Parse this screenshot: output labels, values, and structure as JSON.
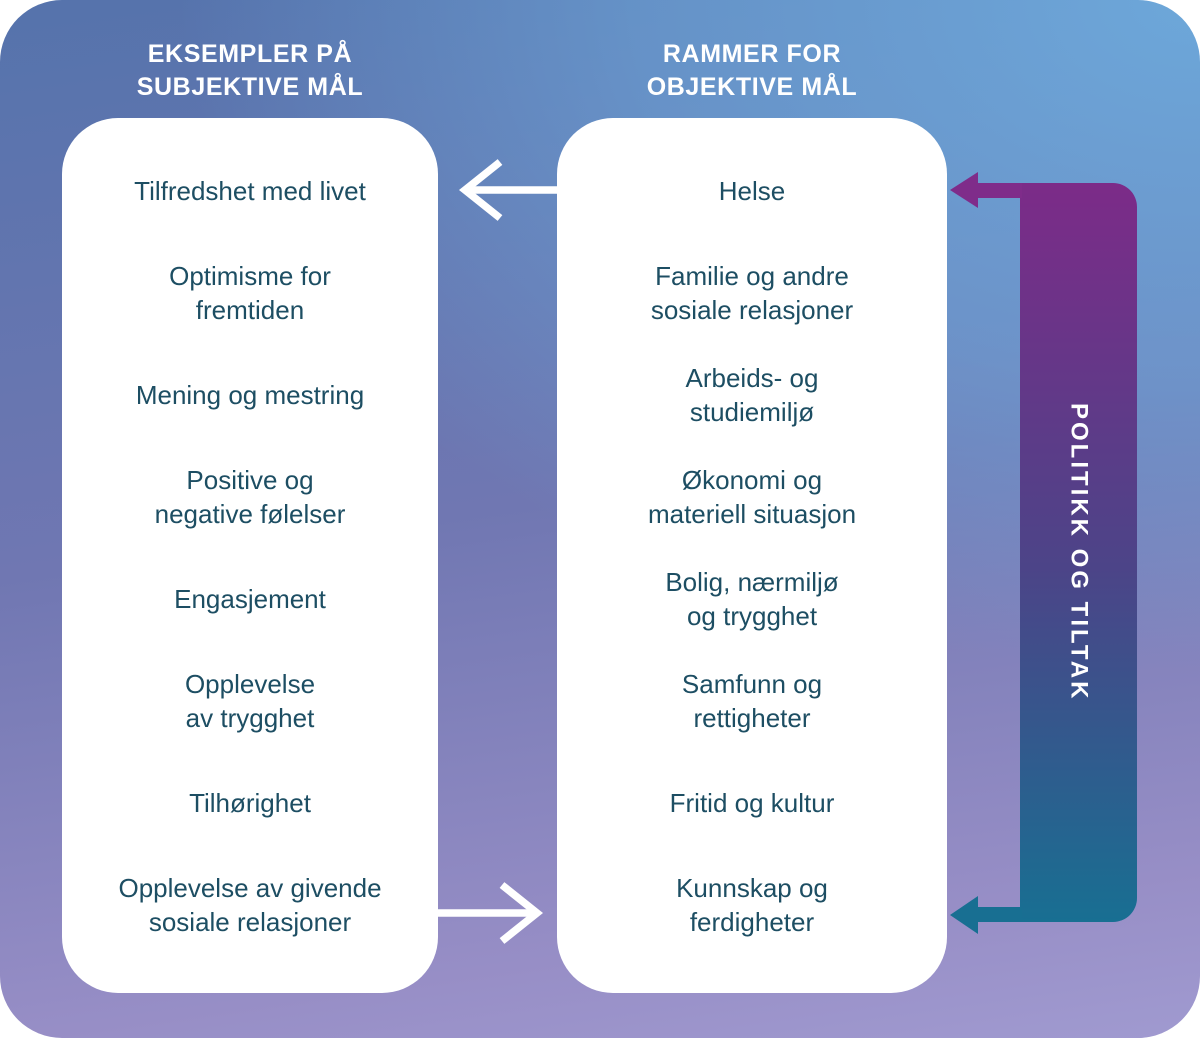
{
  "headers": {
    "left": "EKSEMPLER PÅ\nSUBJEKTIVE MÅL",
    "right": "RAMMER FOR\nOBJEKTIVE MÅL"
  },
  "left_panel": {
    "items": [
      "Tilfredshet med livet",
      "Optimisme for\nfremtiden",
      "Mening og mestring",
      "Positive og\nnegative følelser",
      "Engasjement",
      "Opplevelse\nav trygghet",
      "Tilhørighet",
      "Opplevelse av givende\nsosiale relasjoner"
    ]
  },
  "right_panel": {
    "items": [
      "Helse",
      "Familie og andre\nsosiale relasjoner",
      "Arbeids- og\nstudiemiljø",
      "Økonomi og\nmateriell situasjon",
      "Bolig, nærmiljø\nog trygghet",
      "Samfunn og\nrettigheter",
      "Fritid og kultur",
      "Kunnskap og\nferdigheter"
    ]
  },
  "policy_bar": {
    "label": "POLITIKK OG TILTAK"
  },
  "colors": {
    "background_top_left": "#5573ac",
    "background_top_right": "#6eaadc",
    "background_bottom_left": "#9186c1",
    "background_bottom_right": "#a2a2d4",
    "panel_background": "#ffffff",
    "panel_text": "#1d4e63",
    "header_text": "#ffffff",
    "policy_bar_top": "#7c2b88",
    "policy_bar_bottom": "#186f92",
    "white_arrow": "#ffffff"
  }
}
